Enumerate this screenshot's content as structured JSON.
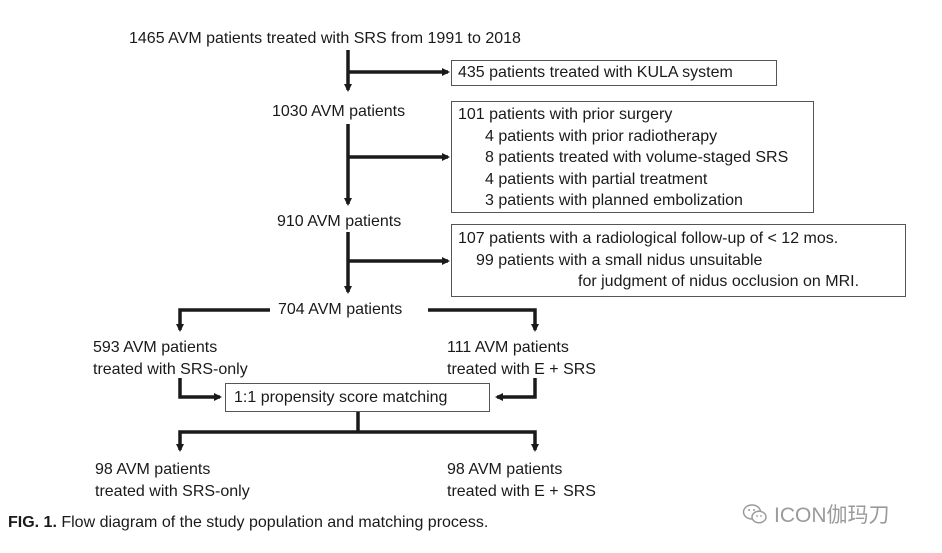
{
  "flow": {
    "start": "1465 AVM patients treated with SRS from 1991 to 2018",
    "excl1": "435 patients treated with KULA system",
    "step2": "1030 AVM patients",
    "excl2": [
      "101 patients with prior surgery",
      "4 patients with prior radiotherapy",
      "8 patients treated with volume-staged SRS",
      "4 patients with partial treatment",
      "3 patients with planned embolization"
    ],
    "step3": "910 AVM patients",
    "excl3": [
      "107 patients with a radiological follow-up of < 12 mos.",
      "99 patients with a small nidus unsuitable",
      "for judgment of nidus occlusion on MRI."
    ],
    "step4": "704 AVM patients",
    "left_group": [
      "593 AVM patients",
      "treated with SRS-only"
    ],
    "right_group": [
      "111 AVM patients",
      "treated with E + SRS"
    ],
    "matching": "1:1 propensity score matching",
    "left_result": [
      "98 AVM patients",
      "treated with SRS-only"
    ],
    "right_result": [
      "98 AVM patients",
      "treated with E + SRS"
    ]
  },
  "caption": {
    "label": "FIG. 1.",
    "text": " Flow diagram of the study population and matching process."
  },
  "watermark": "ICON伽玛刀"
}
